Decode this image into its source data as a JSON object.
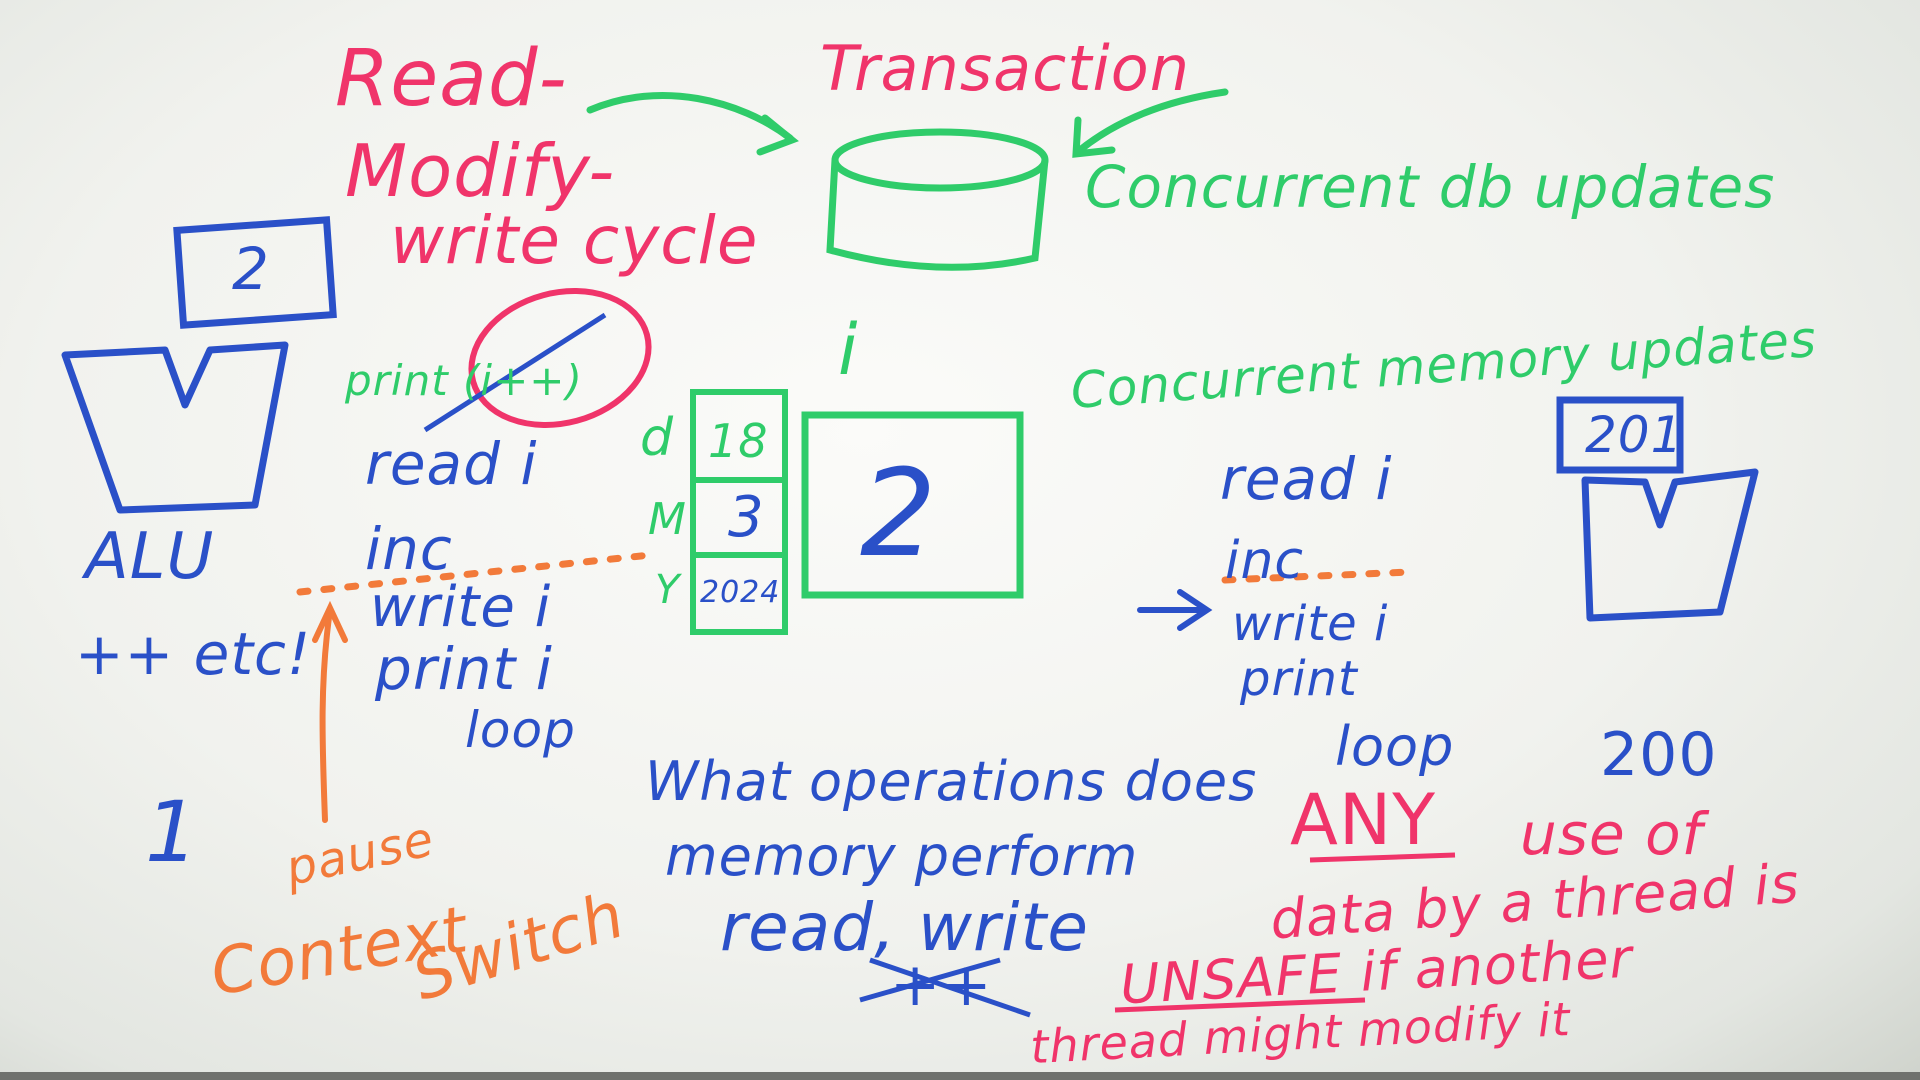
{
  "colors": {
    "red": "#f0346a",
    "green": "#2fcc6a",
    "blue": "#2a50c8",
    "orange": "#f27a3a",
    "board": "#f4f5f2"
  },
  "top": {
    "read": "Read-",
    "modify": "Modify-",
    "write_cycle": "write cycle",
    "transaction": "Transaction",
    "concurrent_db": "Concurrent db updates"
  },
  "left": {
    "box_value": "2",
    "alu": "ALU",
    "ops": "++ etc!",
    "thread_number": "1"
  },
  "thread1": {
    "print_struck": "print (i++)",
    "lines": [
      "read i",
      "inc",
      "write i",
      "print i",
      "loop"
    ]
  },
  "memory": {
    "var_name": "i",
    "cell_value": "2",
    "stack_labels": [
      "d",
      "M",
      "Y"
    ],
    "stack_values": [
      "18",
      "3",
      "2024"
    ],
    "concurrent_memory": "Concurrent memory updates"
  },
  "thread2": {
    "lines": [
      "read i",
      "inc",
      "write i",
      "print",
      "loop"
    ],
    "box_value": "201",
    "count": "200"
  },
  "bottom": {
    "question_line1": "What operations does",
    "question_line2": "memory perform",
    "answer": "read, write",
    "struck": "++",
    "pause": "pause",
    "context": "Context",
    "switch": "Switch",
    "any": "ANY",
    "use_of": "use of",
    "data_by": "data by a thread is",
    "unsafe": "UNSAFE if another",
    "thread_might": "thread might modify it"
  }
}
